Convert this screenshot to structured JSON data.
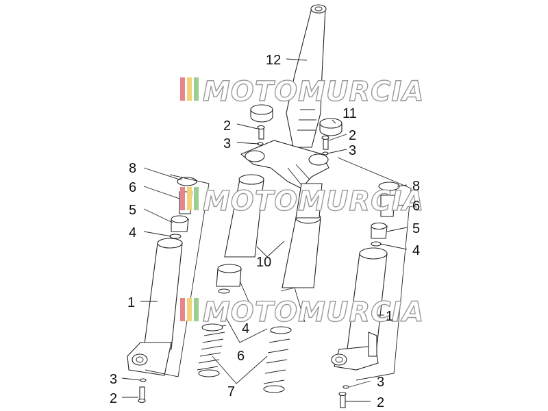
{
  "watermark": {
    "text": "MOTOMURCIA",
    "stripe_colors": [
      "#e7868a",
      "#f1d37a",
      "#9bcf8f"
    ]
  },
  "callouts": {
    "c12": "12",
    "c11": "11",
    "c2_top_left": "2",
    "c3_top_left": "3",
    "c2_top_right": "2",
    "c3_top_right": "3",
    "c8_left": "8",
    "c6_left": "6",
    "c5_left": "5",
    "c4_left": "4",
    "c1_left": "1",
    "c3_bottom_left": "3",
    "c2_bottom_left": "2",
    "c10": "10",
    "c4_center": "4",
    "c6_center": "6",
    "c7": "7",
    "c8_right": "8",
    "c6_right": "6",
    "c5_right": "5",
    "c4_right": "4",
    "c1_right": "1",
    "c3_bottom_right": "3",
    "c2_bottom_right": "2"
  }
}
